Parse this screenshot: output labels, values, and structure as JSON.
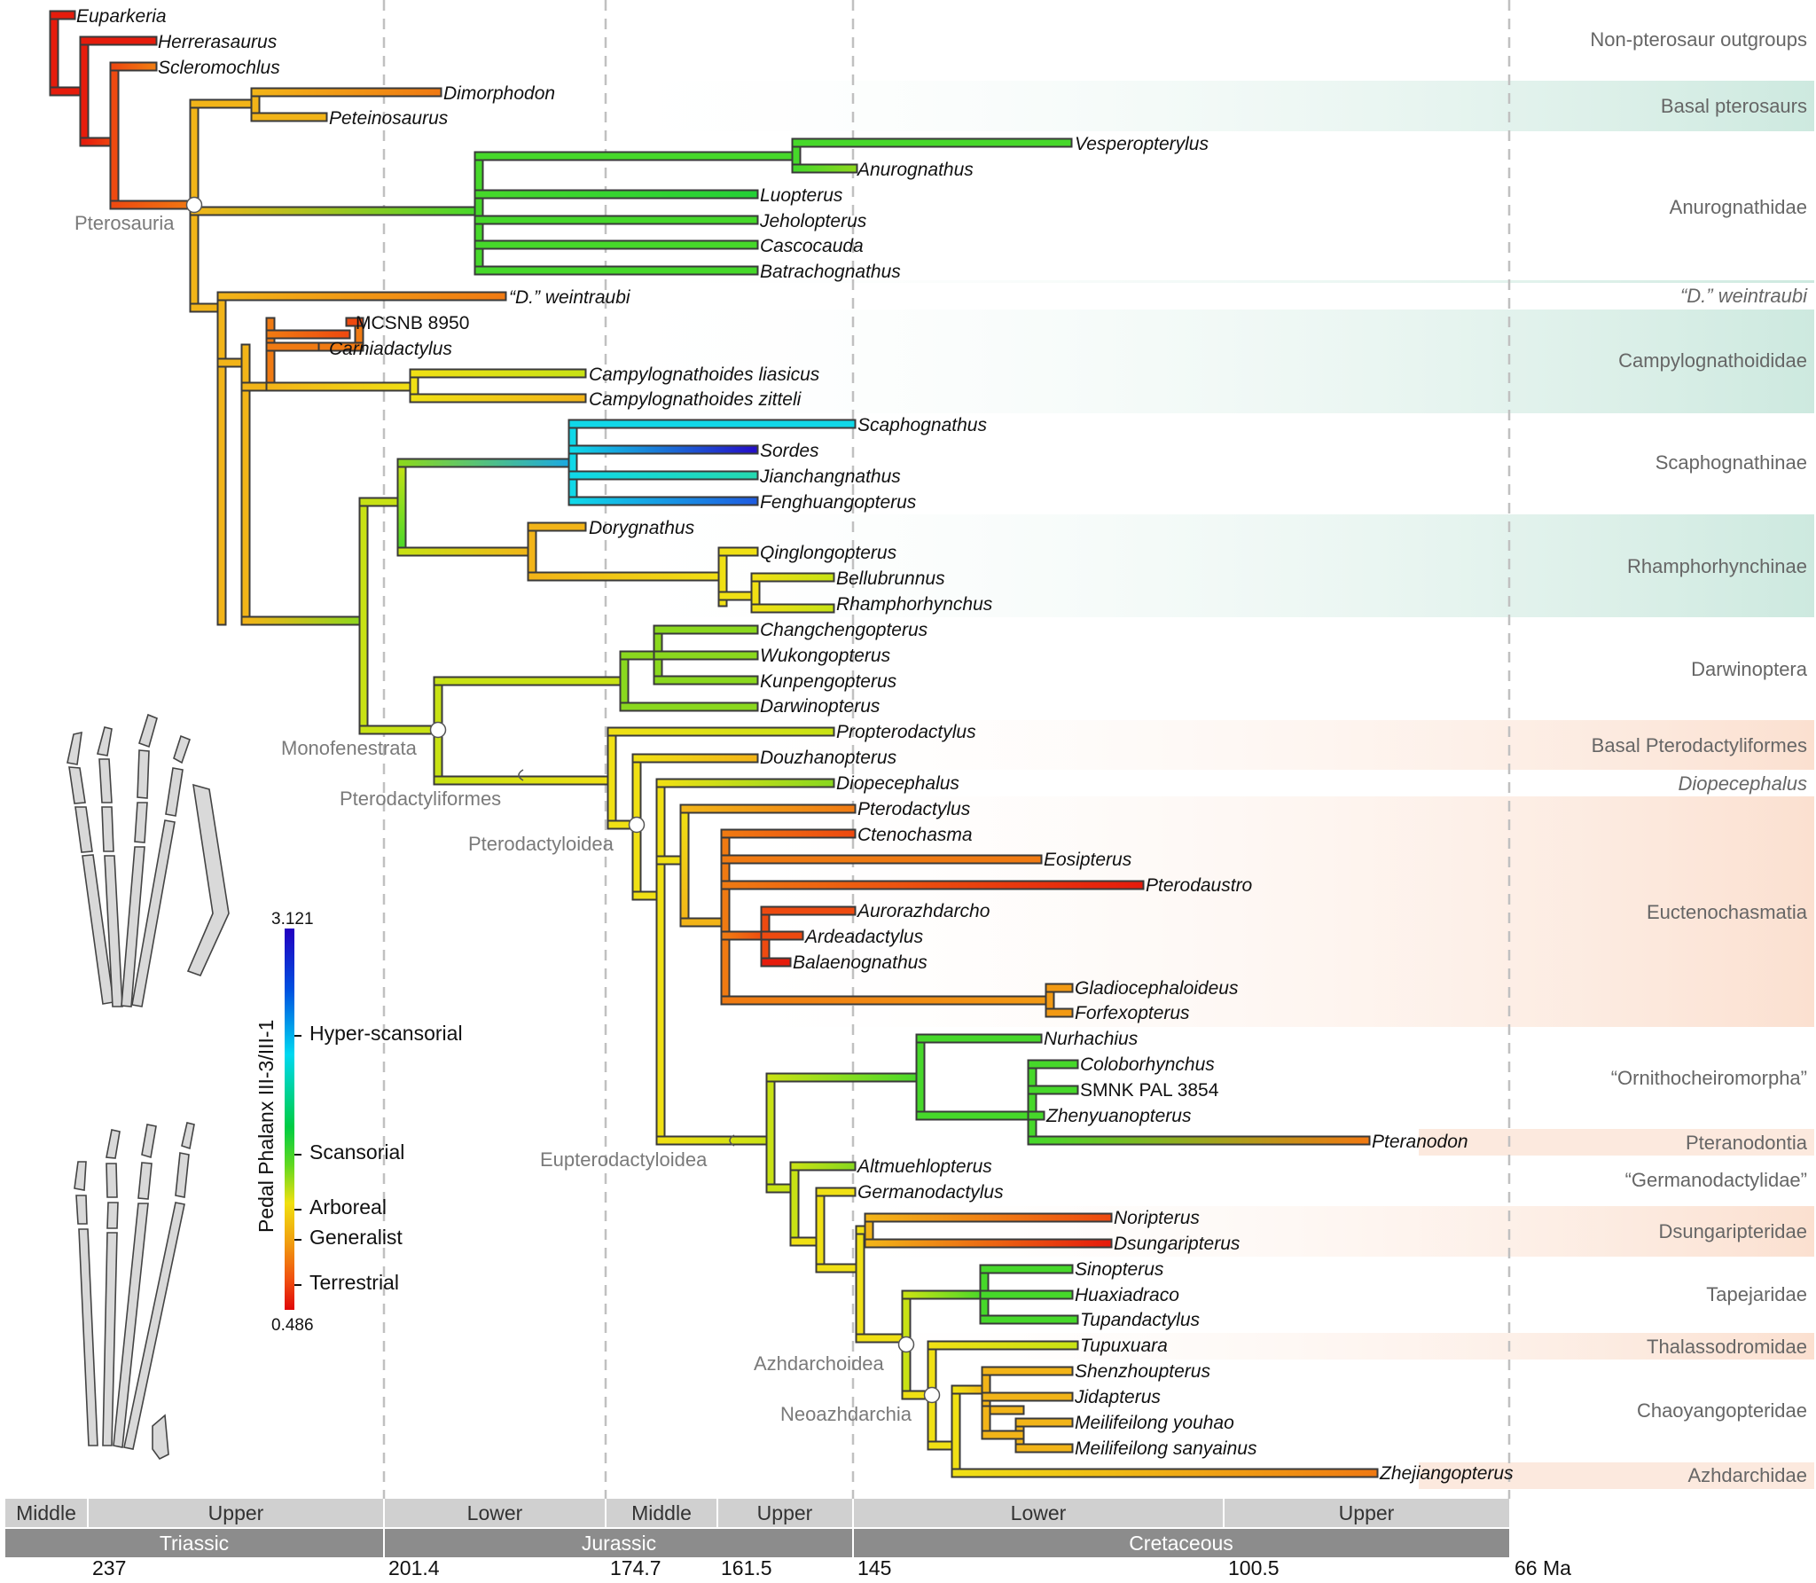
{
  "taxa": {
    "euparkeria": "Euparkeria",
    "herrerasaurus": "Herrerasaurus",
    "scleromochlus": "Scleromochlus",
    "dimorphodon": "Dimorphodon",
    "peteinosaurus": "Peteinosaurus",
    "vesperopterylus": "Vesperopterylus",
    "anurognathus": "Anurognathus",
    "luopterus": "Luopterus",
    "jeholopterus": "Jeholopterus",
    "cascocauda": "Cascocauda",
    "batrachognathus": "Batrachognathus",
    "d_weintraubi": "“D.” weintraubi",
    "mcsnb": "MCSNB 8950",
    "carniadactylus": "Carniadactylus",
    "camp_liasicus": "Campylognathoides liasicus",
    "camp_zitteli": "Campylognathoides zitteli",
    "scaphognathus": "Scaphognathus",
    "sordes": "Sordes",
    "jianchangnathus": "Jianchangnathus",
    "fenghuangopterus": "Fenghuangopterus",
    "dorygnathus": "Dorygnathus",
    "qinglongopterus": "Qinglongopterus",
    "bellubrunnus": "Bellubrunnus",
    "rhamphorhynchus": "Rhamphorhynchus",
    "changchengopterus": "Changchengopterus",
    "wukongopterus": "Wukongopterus",
    "kunpengopterus": "Kunpengopterus",
    "darwinopterus": "Darwinopterus",
    "propterodactylus": "Propterodactylus",
    "douzhanopterus": "Douzhanopterus",
    "diopecephalus": "Diopecephalus",
    "pterodactylus": "Pterodactylus",
    "ctenochasma": "Ctenochasma",
    "eosipterus": "Eosipterus",
    "pterodaustro": "Pterodaustro",
    "aurorazhdarcho": "Aurorazhdarcho",
    "ardeadactylus": "Ardeadactylus",
    "balaenognathus": "Balaenognathus",
    "gladiocephaloideus": "Gladiocephaloideus",
    "forfexopterus": "Forfexopterus",
    "nurhachius": "Nurhachius",
    "coloborhynchus": "Coloborhynchus",
    "smnk": "SMNK PAL 3854",
    "zhenyuanopterus": "Zhenyuanopterus",
    "pteranodon": "Pteranodon",
    "altmuehlopterus": "Altmuehlopterus",
    "germanodactylus": "Germanodactylus",
    "noripterus": "Noripterus",
    "dsungaripterus": "Dsungaripterus",
    "sinopterus": "Sinopterus",
    "huaxiadraco": "Huaxiadraco",
    "tupandactylus": "Tupandactylus",
    "tupuxuara": "Tupuxuara",
    "shenzhoupterus": "Shenzhoupterus",
    "jidapterus": "Jidapterus",
    "meilifeilong_youhao": "Meilifeilong youhao",
    "meilifeilong_sanyainus": "Meilifeilong sanyainus",
    "zhejiangopterus": "Zhejiangopterus"
  },
  "nodes": {
    "pterosauria": "Pterosauria",
    "monofenestrata": "Monofenestrata",
    "pterodactyliformes": "Pterodactyliformes",
    "pterodactyloidea": "Pterodactyloidea",
    "eupterodactyloidea": "Eupterodactyloidea",
    "azhdarchoidea": "Azhdarchoidea",
    "neoazhdarchia": "Neoazhdarchia"
  },
  "clades": {
    "outgroups": "Non-pterosaur outgroups",
    "basal_pterosaurs": "Basal pterosaurs",
    "anurognathidae": "Anurognathidae",
    "d_weintraubi": "“D.” weintraubi",
    "campylognathoididae": "Campylognathoididae",
    "scaphognathinae": "Scaphognathinae",
    "rhamphorhynchinae": "Rhamphorhynchinae",
    "darwinoptera": "Darwinoptera",
    "basal_pterodactyliformes": "Basal Pterodactyliformes",
    "diopecephalus": "Diopecephalus",
    "euctenochasmatia": "Euctenochasmatia",
    "ornithocheiromorpha": "“Ornithocheiromorpha”",
    "pteranodontia": "Pteranodontia",
    "germanodactylidae": "“Germanodactylidae”",
    "dsungaripteridae": "Dsungaripteridae",
    "tapejaridae": "Tapejaridae",
    "thalassodromidae": "Thalassodromidae",
    "chaoyangopteridae": "Chaoyangopteridae",
    "azhdarchidae": "Azhdarchidae"
  },
  "legend": {
    "title": "Pedal Phalanx III-3/III-1",
    "max": "3.121",
    "min": "0.486",
    "hyper": "Hyper-scansorial",
    "scansorial": "Scansorial",
    "arboreal": "Arboreal",
    "generalist": "Generalist",
    "terrestrial": "Terrestrial",
    "colors": [
      "#2200c0",
      "#0060e0",
      "#00d8f0",
      "#00d060",
      "#34d020",
      "#c8e010",
      "#f0e010",
      "#f0a010",
      "#f06010",
      "#e01010"
    ]
  },
  "timescale": {
    "periods": [
      "Triassic",
      "Jurassic",
      "Cretaceous"
    ],
    "epochs": [
      "Middle",
      "Upper",
      "Lower",
      "Middle",
      "Upper",
      "Lower",
      "Upper"
    ],
    "ages": [
      "237",
      "201.4",
      "174.7",
      "161.5",
      "145",
      "100.5",
      "66 Ma"
    ],
    "period_color": "#8c8c8c",
    "epoch_color": "#d0d0d0"
  },
  "icons": [
    "foot-skeleton-scansorial-icon",
    "foot-skeleton-terrestrial-icon"
  ]
}
